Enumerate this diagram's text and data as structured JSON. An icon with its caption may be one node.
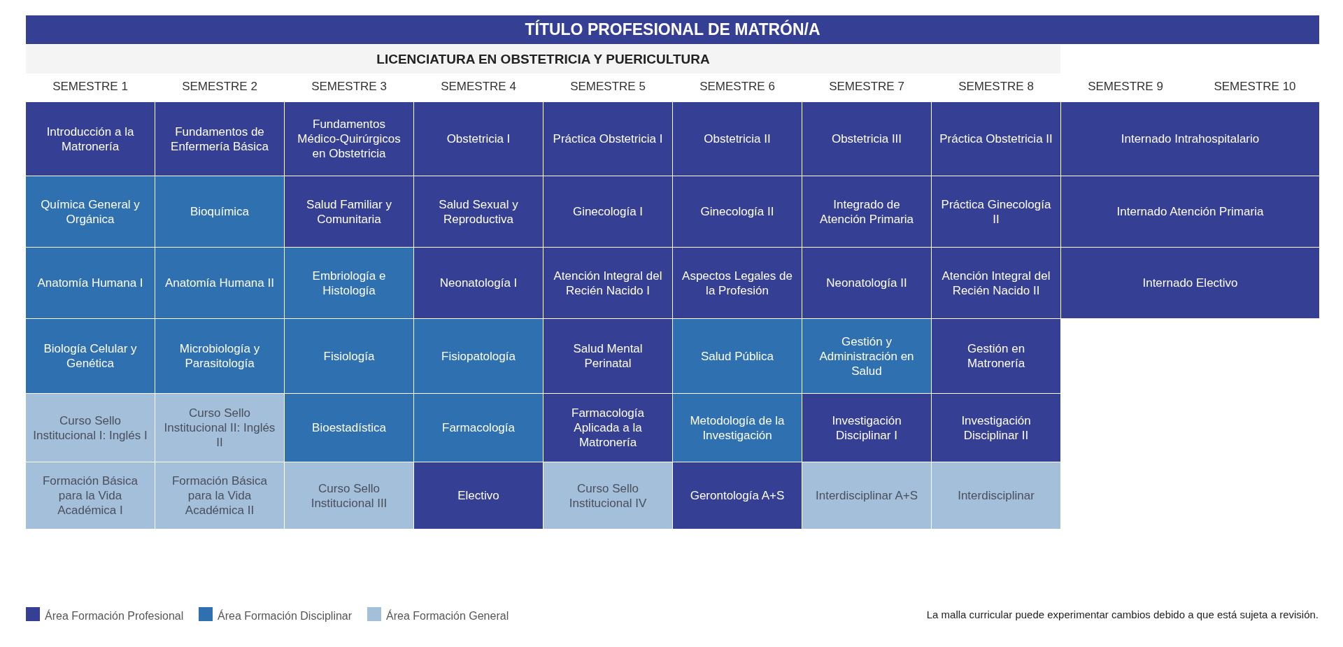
{
  "diagram": {
    "nodes": [
      {
        "text": [
          "TÍTULO PROFESIONAL DE MATRÓN/A"
        ]
      },
      {
        "text": [
          "LICENCIATURA EN OBSTETRICIA Y PUERICULTURA"
        ]
      },
      {
        "text": [
          "Introducción a la Matronería"
        ]
      },
      {
        "text": [
          "Fundamentos de Enfermería Básica"
        ]
      },
      {
        "text": [
          "Fundamentos Médico-Quirúrgicos en Obstetricia"
        ]
      },
      {
        "text": [
          "Obstetricia I"
        ]
      },
      {
        "text": [
          "Práctica Obstetricia I"
        ]
      },
      {
        "text": [
          "Obstetricia II"
        ]
      },
      {
        "text": [
          "Obstetricia III"
        ]
      },
      {
        "text": [
          "Práctica Obstetricia II"
        ]
      },
      {
        "text": [
          "Internado Intrahospitalario"
        ]
      },
      {
        "text": [
          "Química General y Orgánica"
        ]
      },
      {
        "text": [
          "Bioquímica"
        ]
      },
      {
        "text": [
          "Salud Familiar y Comunitaria"
        ]
      },
      {
        "text": [
          "Salud Sexual y Reproductiva"
        ]
      },
      {
        "text": [
          "Ginecología I"
        ]
      },
      {
        "text": [
          "Ginecología II"
        ]
      },
      {
        "text": [
          "Integrado de Atención Primaria"
        ]
      },
      {
        "text": [
          "Práctica Ginecología II"
        ]
      },
      {
        "text": [
          "Internado Atención Primaria"
        ]
      },
      {
        "text": [
          "Anatomía Humana I"
        ]
      },
      {
        "text": [
          "Anatomía Humana II"
        ]
      },
      {
        "text": [
          "Embriología e Histología"
        ]
      },
      {
        "text": [
          "Neonatología I"
        ]
      },
      {
        "text": [
          "Atención Integral del Recién Nacido I"
        ]
      },
      {
        "text": [
          "Aspectos Legales de la Profesión"
        ]
      },
      {
        "text": [
          "Neonatología II"
        ]
      },
      {
        "text": [
          "Atención Integral del Recién Nacido II"
        ]
      },
      {
        "text": [
          "Internado Electivo"
        ]
      },
      {
        "text": [
          "Biología Celular y Genética"
        ]
      },
      {
        "text": [
          "Microbiología y Parasitología"
        ]
      },
      {
        "text": [
          "Fisiología"
        ]
      },
      {
        "text": [
          "Fisiopatología"
        ]
      },
      {
        "text": [
          "Salud Mental Perinatal"
        ]
      },
      {
        "text": [
          "Salud Pública"
        ]
      },
      {
        "text": [
          "Gestión y Administración en Salud"
        ]
      },
      {
        "text": [
          "Gestión en Matronería"
        ]
      },
      {
        "text": [
          "Curso Sello Institucional I: Inglés I"
        ]
      },
      {
        "text": [
          "Curso Sello Institucional II: Inglés II"
        ]
      },
      {
        "text": [
          "Bioestadística"
        ]
      },
      {
        "text": [
          "Farmacología"
        ]
      },
      {
        "text": [
          "Farmacología Aplicada a la Matronería"
        ]
      },
      {
        "text": [
          "Metodología de la Investigación"
        ]
      },
      {
        "text": [
          "Investigación Disciplinar I"
        ]
      },
      {
        "text": [
          "Investigación Disciplinar II"
        ]
      },
      {
        "text": [
          "Formación Básica para la Vida Académica I"
        ]
      },
      {
        "text": [
          "Formación Básica para la Vida Académica II"
        ]
      },
      {
        "text": [
          "Curso Sello Institucional III"
        ]
      },
      {
        "text": [
          "Electivo"
        ]
      },
      {
        "text": [
          "Curso Sello Institucional IV"
        ]
      },
      {
        "text": [
          "Gerontología A+S"
        ]
      },
      {
        "text": [
          "Interdisciplinar A+S"
        ]
      },
      {
        "text": [
          "Interdisciplinar"
        ]
      }
    ],
    "edges": [],
    "labels": [
      "SEMESTRE 1",
      "SEMESTRE 2",
      "SEMESTRE 3",
      "SEMESTRE 4",
      "SEMESTRE 5",
      "SEMESTRE 6",
      "SEMESTRE 7",
      "SEMESTRE 8",
      "SEMESTRE 9",
      "SEMESTRE 10",
      "La malla curricular puede experimentar cambios debido a que está sujeta a revisión."
    ],
    "legend": [
      {
        "text": "Área Formación Profesional",
        "color": "#353f94"
      },
      {
        "text": "Área Formación Disciplinar",
        "color": "#2f70b1"
      },
      {
        "text": "Área Formación General",
        "color": "#a3bfd9"
      }
    ]
  }
}
